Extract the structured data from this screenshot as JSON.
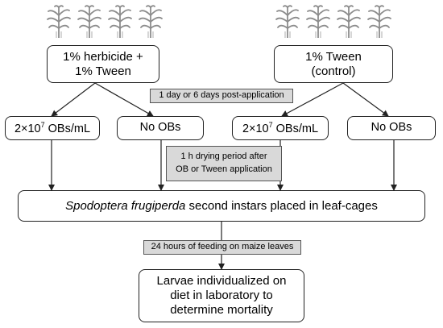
{
  "herbicide_box": {
    "line1": "1% herbicide +",
    "line2": "1% Tween"
  },
  "control_box": {
    "line1": "1% Tween",
    "line2": "(control)"
  },
  "post_application_note": "1 day or 6 days post-application",
  "obs_boxes": [
    {
      "prefix": "2×10",
      "exponent": "7",
      "suffix": " OBs/mL"
    },
    {
      "label": "No OBs"
    },
    {
      "prefix": "2×10",
      "exponent": "7",
      "suffix": " OBs/mL"
    },
    {
      "label": "No OBs"
    }
  ],
  "drying_note": {
    "line1": "1 h drying period after",
    "line2": "OB or Tween application"
  },
  "leaf_cage_box": {
    "species": "Spodoptera frugiperda",
    "rest": " second instars placed in leaf-cages"
  },
  "feeding_note": "24 hours of feeding on maize leaves",
  "final_box": {
    "line1": "Larvae individualized on",
    "line2": "diet in laboratory to",
    "line3": "determine mortality"
  },
  "colors": {
    "box_border": "#222222",
    "note_fill": "#d9d9d9",
    "plant": "#8c8c8c"
  },
  "icons": {
    "plant_group_count": 2,
    "plants_per_group": 4,
    "plant_icon": "maize-plant-icon"
  }
}
